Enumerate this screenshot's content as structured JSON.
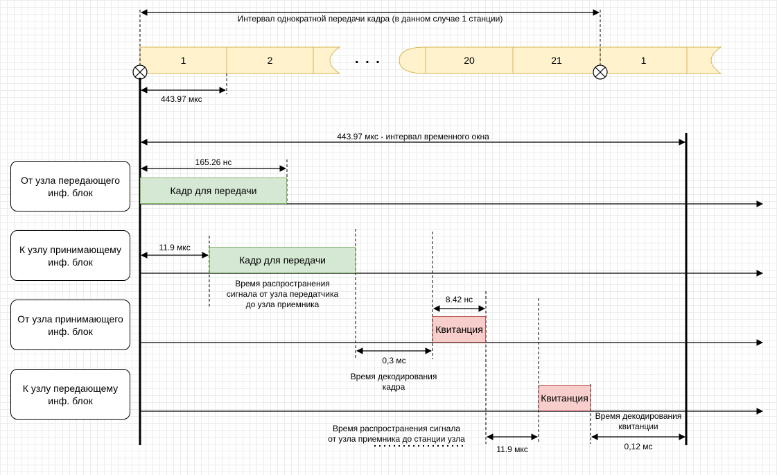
{
  "header": {
    "frame_interval_label": "Интервал однократной передачи кадра (в данном случае 1 станции)",
    "slot_duration_label": "443.97 мкс",
    "ellipsis": ". . ."
  },
  "frame_slots": [
    "1",
    "2",
    "20",
    "21",
    "1"
  ],
  "window": {
    "label": "443.97 мкс - интервал временного окна"
  },
  "lanes": [
    {
      "line1": "От узла передающего",
      "line2": "инф. блок"
    },
    {
      "line1": "К узлу принимающему",
      "line2": "инф. блок"
    },
    {
      "line1": "От узла принимающего",
      "line2": "инф. блок"
    },
    {
      "line1": "К узлу передающему",
      "line2": "инф. блок"
    }
  ],
  "lane1": {
    "block": "Кадр для передачи",
    "duration": "165.26 нс"
  },
  "lane2": {
    "block": "Кадр для передачи",
    "delay": "11.9 мкс",
    "note_lines": [
      "Время распространения",
      "сигнала от узла передатчика",
      "до узла приемника"
    ]
  },
  "lane3": {
    "block": "Квитанция",
    "duration": "8.42 нс",
    "decode_time": "0,3 мс",
    "decode_note_lines": [
      "Время декодирования",
      "кадра"
    ]
  },
  "lane4": {
    "block": "Квитанция",
    "note_lines": [
      "Время распространения сигнала",
      "от узла приемника до станции узла"
    ],
    "delay": "11.9 мкс",
    "decode_note_lines": [
      "Время декодирования",
      "квитанции"
    ],
    "decode_time": "0,12 мс"
  },
  "colors": {
    "frame_strip": "#fff2cc",
    "frame_strip_border": "#d6b656",
    "green_block": "#d5e8d4",
    "red_block": "#f8cecc"
  }
}
